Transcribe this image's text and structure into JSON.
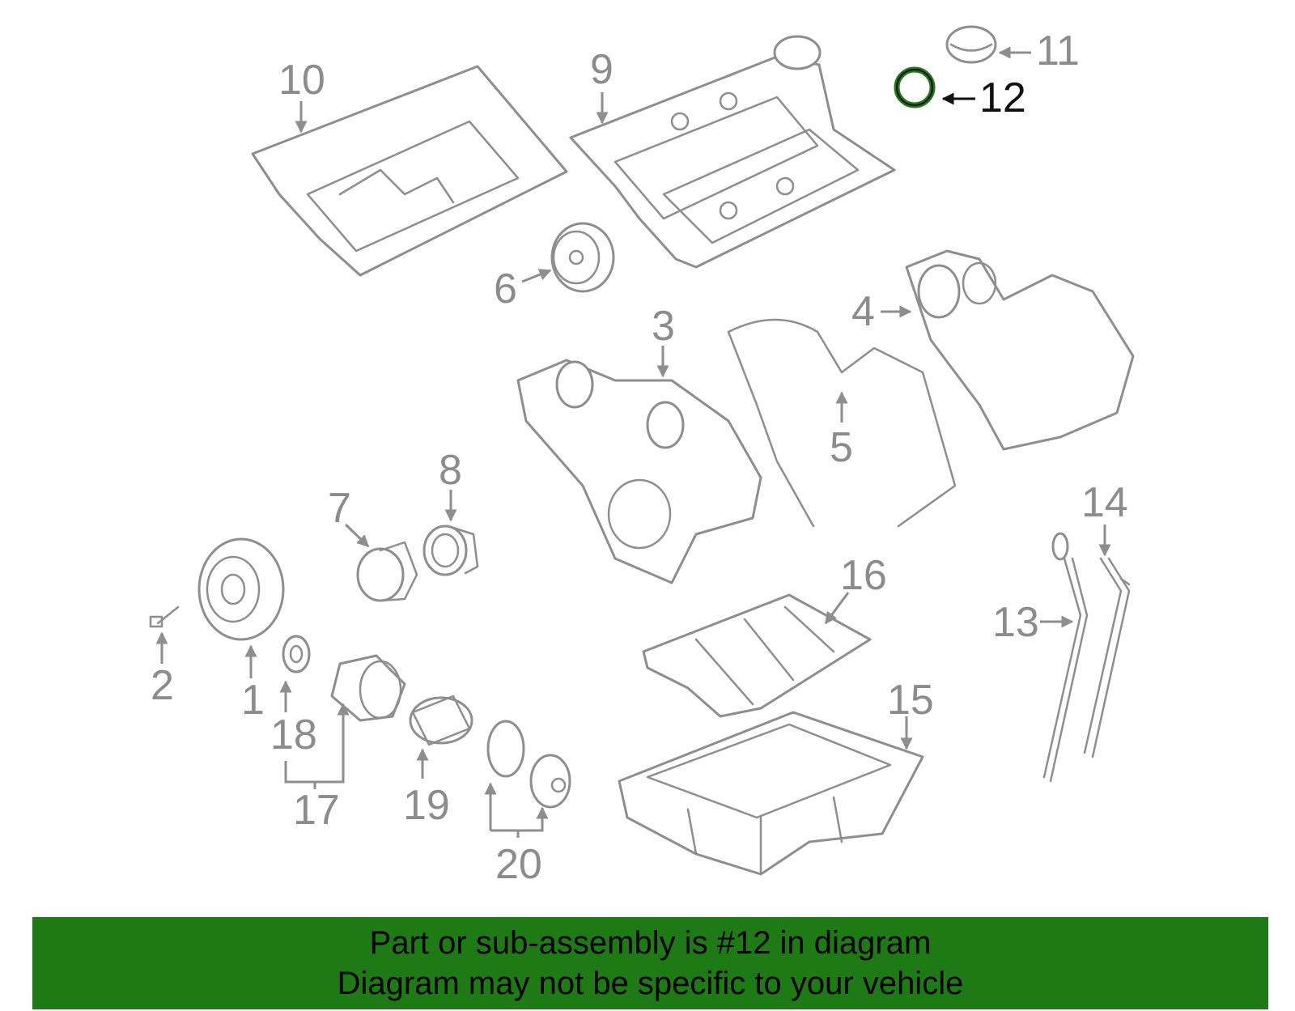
{
  "diagram": {
    "callouts": [
      "1",
      "2",
      "3",
      "4",
      "5",
      "6",
      "7",
      "8",
      "9",
      "10",
      "11",
      "12",
      "13",
      "14",
      "15",
      "16",
      "17",
      "18",
      "19",
      "20"
    ],
    "highlighted_part": "12",
    "colors": {
      "part_stroke": "#8e8e8e",
      "label": "#8c8c8c",
      "highlight_label": "#111111",
      "highlight_ring": "#1d7a14"
    }
  },
  "banner": {
    "line1": "Part or sub-assembly is #12 in diagram",
    "line2": "Diagram may not be specific to your vehicle",
    "background": "#1d7a14"
  }
}
